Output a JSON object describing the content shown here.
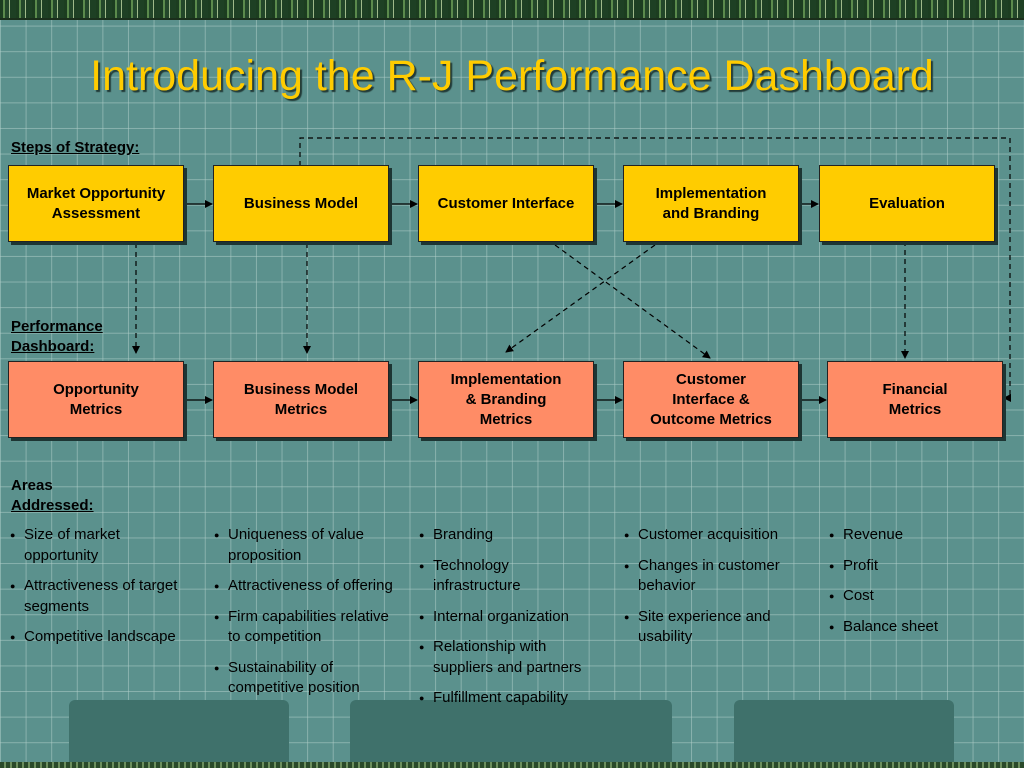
{
  "title": "Introducing the R-J Performance Dashboard",
  "labels": {
    "steps": "Steps of Strategy:",
    "dashboard_line1": "Performance",
    "dashboard_line2": "Dashboard:",
    "areas_line1": "Areas",
    "areas_line2": "Addressed:"
  },
  "steps": [
    {
      "line1": "Market Opportunity",
      "line2": "Assessment"
    },
    {
      "line1": "Business Model",
      "line2": ""
    },
    {
      "line1": "Customer Interface",
      "line2": ""
    },
    {
      "line1": "Implementation",
      "line2": "and Branding"
    },
    {
      "line1": "Evaluation",
      "line2": ""
    }
  ],
  "metrics": [
    {
      "line1": "Opportunity",
      "line2": "Metrics",
      "line3": ""
    },
    {
      "line1": "Business Model",
      "line2": "Metrics",
      "line3": ""
    },
    {
      "line1": "Implementation",
      "line2": "& Branding",
      "line3": "Metrics"
    },
    {
      "line1": "Customer",
      "line2": "Interface &",
      "line3": "Outcome Metrics"
    },
    {
      "line1": "Financial",
      "line2": "Metrics",
      "line3": ""
    }
  ],
  "areas": [
    [
      "Size of market opportunity",
      "Attractiveness of target segments",
      "Competitive landscape"
    ],
    [
      "Uniqueness of value proposition",
      "Attractiveness of offering",
      "Firm capabilities relative to competition",
      "Sustainability of competitive position"
    ],
    [
      "Branding",
      "Technology infrastructure",
      "Internal organization",
      "Relationship with suppliers and partners",
      "Fulfillment capability"
    ],
    [
      "Customer acquisition",
      "Changes in customer behavior",
      "Site experience and usability"
    ],
    [
      "Revenue",
      "Profit",
      "Cost",
      "Balance sheet"
    ]
  ],
  "colors": {
    "background": "#5b918d",
    "title": "#ffcc00",
    "step_box": "#ffcc00",
    "metric_box": "#ff8c66"
  }
}
